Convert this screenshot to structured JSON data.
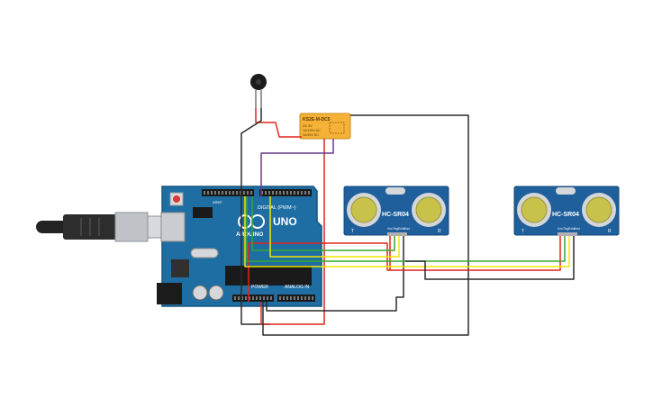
{
  "arduino": {
    "brand": "ARDUINO",
    "model": "UNO",
    "digital_label": "DIGITAL (PWM~)",
    "power_label": "POWER",
    "analog_label": "ANALOG IN",
    "aref": "AREF",
    "gnd": "GND"
  },
  "relay": {
    "title": "KS2E-M-DC5",
    "lines": [
      "DC 5V",
      "1A/125V AC",
      "2A/30V DC"
    ]
  },
  "sensor_left": {
    "title": "HC-SR04",
    "t_mark": "T",
    "r_mark": "R",
    "pins": [
      "Vcc",
      "Trig",
      "Echo",
      "Gnd"
    ]
  },
  "sensor_right": {
    "title": "HC-SR04",
    "t_mark": "T",
    "r_mark": "R",
    "pins": [
      "Vcc",
      "Trig",
      "Echo",
      "Gnd"
    ]
  },
  "colors": {
    "board": "#1f6ea3",
    "board_edge": "#16557f",
    "sensor_board": "#1e5f9c",
    "relay_body": "#f5b237",
    "wire_red": "#e2231a",
    "wire_yellow": "#f2e600",
    "wire_green": "#37a631",
    "wire_black": "#2b2b2b",
    "wire_purple": "#6b3a8c"
  },
  "icons": {
    "usb": "usb-cable-icon",
    "buzzer": "buzzer-icon"
  }
}
